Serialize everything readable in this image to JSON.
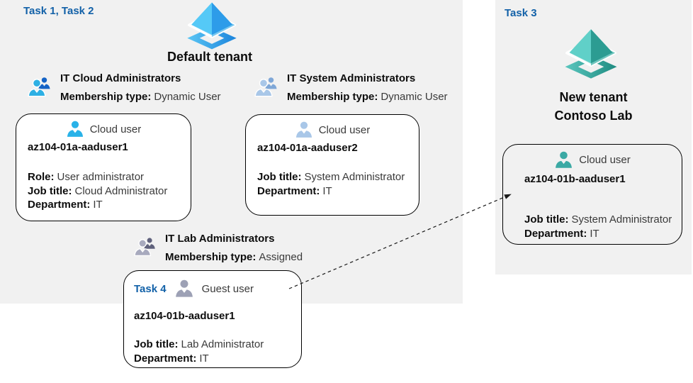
{
  "labels": {
    "task_1_2": "Task 1, Task 2",
    "task_3": "Task 3"
  },
  "tenants": {
    "default": {
      "title": "Default tenant"
    },
    "new": {
      "title_line1": "New tenant",
      "title_line2": "Contoso Lab"
    }
  },
  "groups": [
    {
      "name": "IT Cloud Administrators",
      "membership_label": "Membership type:",
      "membership_value": "Dynamic User"
    },
    {
      "name": "IT System Administrators",
      "membership_label": "Membership type:",
      "membership_value": "Dynamic User"
    },
    {
      "name": "IT Lab Administrators",
      "membership_label": "Membership type:",
      "membership_value": "Assigned"
    }
  ],
  "users": [
    {
      "kind": "Cloud user",
      "name": "az104-01a-aaduser1",
      "fields": [
        {
          "label": "Role:",
          "value": "User administrator"
        },
        {
          "label": "Job title:",
          "value": "Cloud Administrator"
        },
        {
          "label": "Department:",
          "value": "IT"
        }
      ]
    },
    {
      "kind": "Cloud user",
      "name": "az104-01a-aaduser2",
      "fields": [
        {
          "label": "Job title:",
          "value": "System Administrator"
        },
        {
          "label": "Department:",
          "value": "IT"
        }
      ]
    },
    {
      "kind": "Guest user",
      "task_label": "Task 4",
      "name": "az104-01b-aaduser1",
      "fields": [
        {
          "label": "Job title:",
          "value": "Lab Administrator"
        },
        {
          "label": "Department:",
          "value": "IT"
        }
      ]
    },
    {
      "kind": "Cloud user",
      "name": "az104-01b-aaduser1",
      "fields": [
        {
          "label": "Job title:",
          "value": "System Administrator"
        },
        {
          "label": "Department:",
          "value": "IT"
        }
      ]
    }
  ],
  "colors": {
    "task_label_blue": "#1261A8",
    "panel_gray": "#F1F1F1",
    "box_border": "#000000",
    "arrow": "#1A1A1A",
    "group1_front": "#2EB0E4",
    "group1_back": "#1563C6",
    "group2_front": "#A9C7E8",
    "group2_back": "#7FA7D7",
    "group3_front": "#A8AABE",
    "group3_back": "#5F617C",
    "user1_icon": "#29B2E8",
    "user2_icon": "#A9C7E8",
    "user3_icon": "#9DA1B5",
    "user4_icon": "#3BA9A4",
    "tenant_blue_light": "#55C9F7",
    "tenant_blue_dark": "#2D9CE9",
    "tenant_teal_light": "#60D0C8",
    "tenant_teal_dark": "#2C9C92"
  }
}
